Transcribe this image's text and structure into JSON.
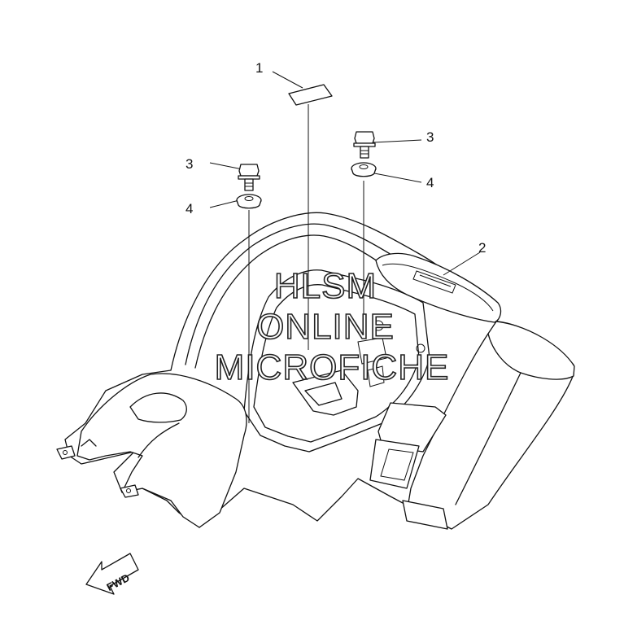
{
  "callouts": {
    "label_1": "1",
    "label_2": "2",
    "label_3_left": "3",
    "label_3_right": "3",
    "label_4_left": "4",
    "label_4_right": "4"
  },
  "watermark": {
    "line1": "HLSM",
    "line2": "ONLINE",
    "line3": "MICROFICHE"
  },
  "direction_arrow": {
    "label": "FWD",
    "icon": "fwd-arrow-icon"
  }
}
